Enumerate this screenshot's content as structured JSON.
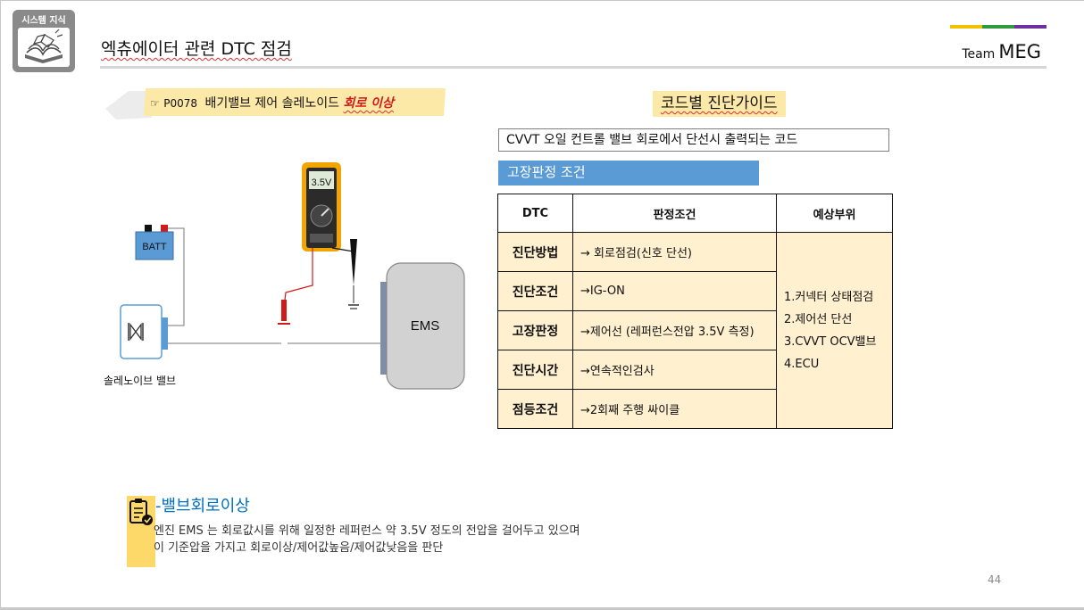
{
  "logo": {
    "label": "시스템 지식",
    "icon": "book-icon"
  },
  "slide": {
    "title": "엑츄에이터 관련 DTC 점검",
    "team_prefix": "Team",
    "team_name": "MEG",
    "brand_colors": [
      "#f2c200",
      "#2e9b3f",
      "#7030a0"
    ],
    "page_number": "44"
  },
  "dtc_heading": {
    "icon": "pointing-hand-icon",
    "hand_glyph": "☞",
    "code": "P0078",
    "text": "배기밸브 제어 솔레노이드",
    "highlight": "회로 이상",
    "highlight_color": "#d11a1a"
  },
  "guide": {
    "label": "코드별 진단가이드"
  },
  "description": "CVVT 오일 컨트롤 밸브 회로에서 단선시 출력되는 코드",
  "condition_bar": {
    "label": "고장판정 조건",
    "color": "#5b9bd5"
  },
  "diagram": {
    "battery_label": "BATT",
    "meter_reading": "3.5V",
    "ecu_label": "EMS",
    "valve_label": "솔레노이브 밸브"
  },
  "table": {
    "headers": [
      "DTC",
      "판정조건",
      "예상부위"
    ],
    "rows": [
      {
        "label": "진단방법",
        "value": "→ 회로점검(신호 단선)"
      },
      {
        "label": "진단조건",
        "value": "→IG-ON"
      },
      {
        "label": "고장판정",
        "value": "→제어선 (레퍼런스전압 3.5V 측정)"
      },
      {
        "label": "진단시간",
        "value": "→연속적인검사"
      },
      {
        "label": "점등조건",
        "value": "→2회째 주행 싸이클"
      }
    ],
    "parts": [
      "1.커넥터 상태점검",
      "2.제어선 단선",
      "3.CVVT OCV밸브",
      "4.ECU"
    ],
    "cell_color": "#fff0cf"
  },
  "note": {
    "icon": "clipboard-check-icon",
    "heading": "-밸브회로이상",
    "line1": "엔진 EMS 는 회로값시를 위해 일정한 레퍼런스 약 3.5V 정도의 전압을 걸어두고 있으며",
    "line2": "이 기준압을 가지고 회로이상/제어값높음/제어값낮음을 판단"
  }
}
